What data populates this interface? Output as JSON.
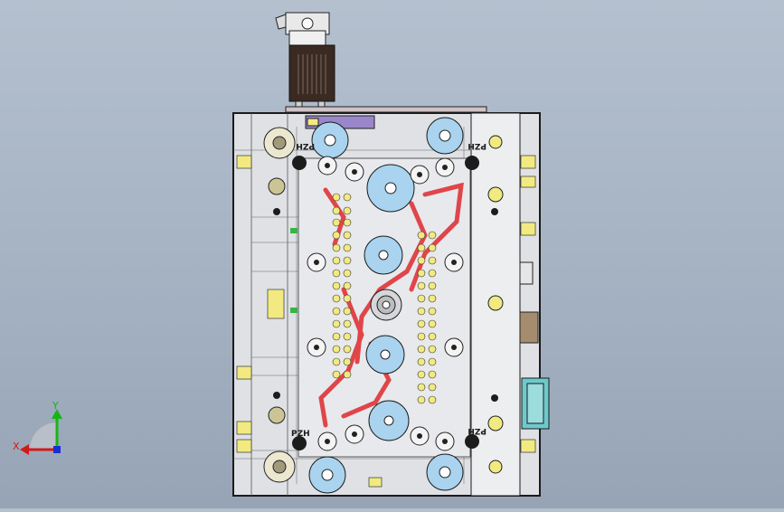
{
  "viewport": {
    "background_top": "#b4c0ce",
    "background_bottom": "#96a4b6"
  },
  "model": {
    "frame_color": "#1b1b1b",
    "plate_fill": "#dfe1e5",
    "cavity_fill": "#e8e9ec",
    "blue_part": "#a9d3ee",
    "yellow_part": "#f2ea80",
    "red_channel": "#e0454a",
    "purple_slide": "#9a87c9",
    "teal_block": "#6ec9cc",
    "motor_color": "#3b2a22",
    "labels": {
      "top_left": "PZH",
      "top_right": "PZH",
      "bottom_left": "PZH",
      "bottom_right": "PZH"
    }
  },
  "triad": {
    "x_label": "X",
    "y_label": "Y",
    "x_color": "#d11a1a",
    "y_color": "#16b516",
    "z_color": "#1a2fd1",
    "origin_icon": "coordinate-triad-icon"
  }
}
